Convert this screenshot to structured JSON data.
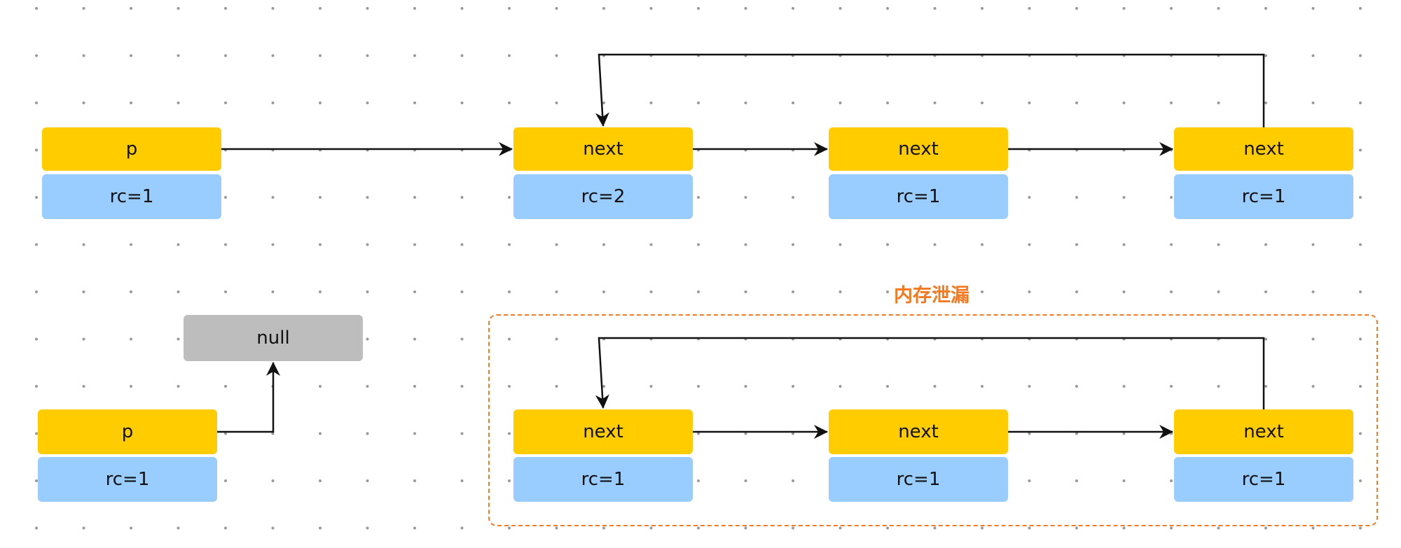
{
  "colors": {
    "pointer_field": "#ffcc00",
    "refcount_field": "#99ccff",
    "null_node": "#bdbdbd",
    "edge": "#111111",
    "leak_highlight": "#f47920"
  },
  "top": {
    "pointer": {
      "label": "p",
      "rc": "rc=1"
    },
    "nodes": [
      {
        "label": "next",
        "rc": "rc=2"
      },
      {
        "label": "next",
        "rc": "rc=1"
      },
      {
        "label": "next",
        "rc": "rc=1"
      }
    ]
  },
  "bottom": {
    "pointer": {
      "label": "p",
      "rc": "rc=1"
    },
    "null_label": "null",
    "leak_label": "内存泄漏",
    "nodes": [
      {
        "label": "next",
        "rc": "rc=1"
      },
      {
        "label": "next",
        "rc": "rc=1"
      },
      {
        "label": "next",
        "rc": "rc=1"
      }
    ]
  }
}
